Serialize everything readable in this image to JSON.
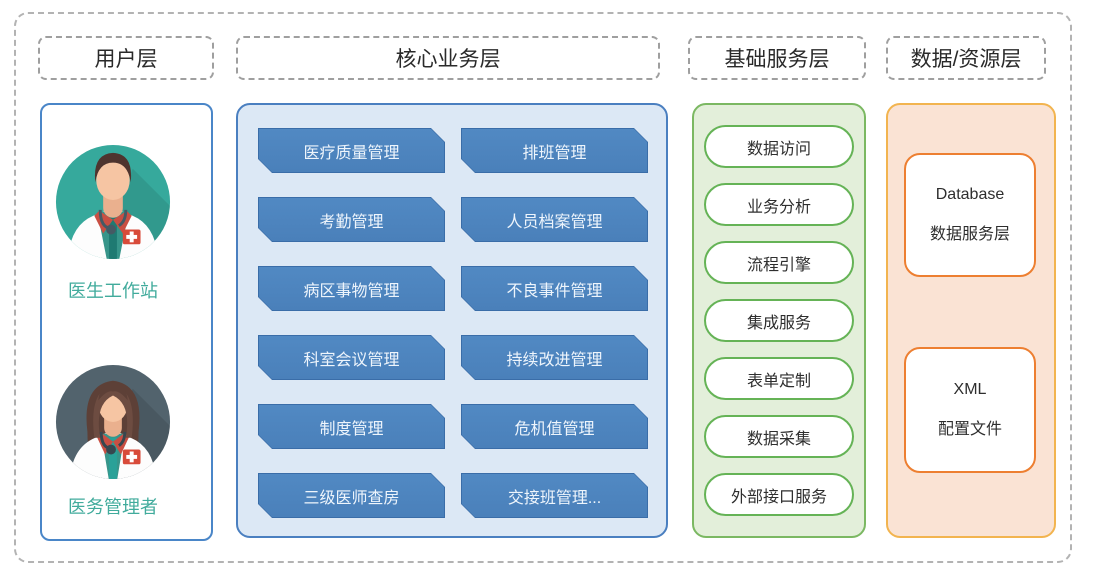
{
  "diagram": {
    "layers": {
      "user": {
        "title": "用户层",
        "roles": [
          {
            "name": "医生工作站",
            "avatar_icon": "male-doctor-avatar"
          },
          {
            "name": "医务管理者",
            "avatar_icon": "female-doctor-avatar"
          }
        ]
      },
      "core": {
        "title": "核心业务层",
        "modules": [
          "医疗质量管理",
          "排班管理",
          "考勤管理",
          "人员档案管理",
          "病区事物管理",
          "不良事件管理",
          "科室会议管理",
          "持续改进管理",
          "制度管理",
          "危机值管理",
          "三级医师查房",
          "交接班管理..."
        ]
      },
      "services": {
        "title": "基础服务层",
        "items": [
          "数据访问",
          "业务分析",
          "流程引擎",
          "集成服务",
          "表单定制",
          "数据采集",
          "外部接口服务"
        ]
      },
      "data": {
        "title": "数据/资源层",
        "resources": [
          {
            "line1": "Database",
            "line2": "数据服务层"
          },
          {
            "line1": "XML",
            "line2": "配置文件"
          }
        ]
      }
    }
  },
  "colors": {
    "module_fill": "#4e86c0",
    "module_edge": "#3a6da8",
    "core_panel_bg": "#dce8f5",
    "core_panel_border": "#4a7fc0",
    "service_panel_bg": "#e3efda",
    "service_panel_border": "#7bb862",
    "service_pill_border": "#65b356",
    "data_panel_bg": "#fae3d4",
    "data_panel_border": "#f2b44f",
    "resource_border": "#ed7f31",
    "user_card_border": "#4a86c8",
    "role_caption": "#41ab9c",
    "dashed_line": "#b3b3b3",
    "avatar_male_bg": "#36a99c",
    "avatar_female_bg": "#52636d"
  }
}
